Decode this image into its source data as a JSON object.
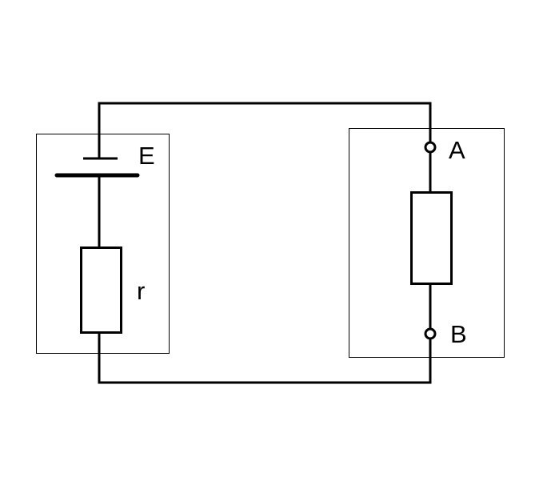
{
  "labels": {
    "emf": "E",
    "internal_resistance": "r",
    "terminal_a": "A",
    "terminal_b": "B"
  },
  "colors": {
    "stroke": "#000000",
    "background": "#ffffff"
  }
}
